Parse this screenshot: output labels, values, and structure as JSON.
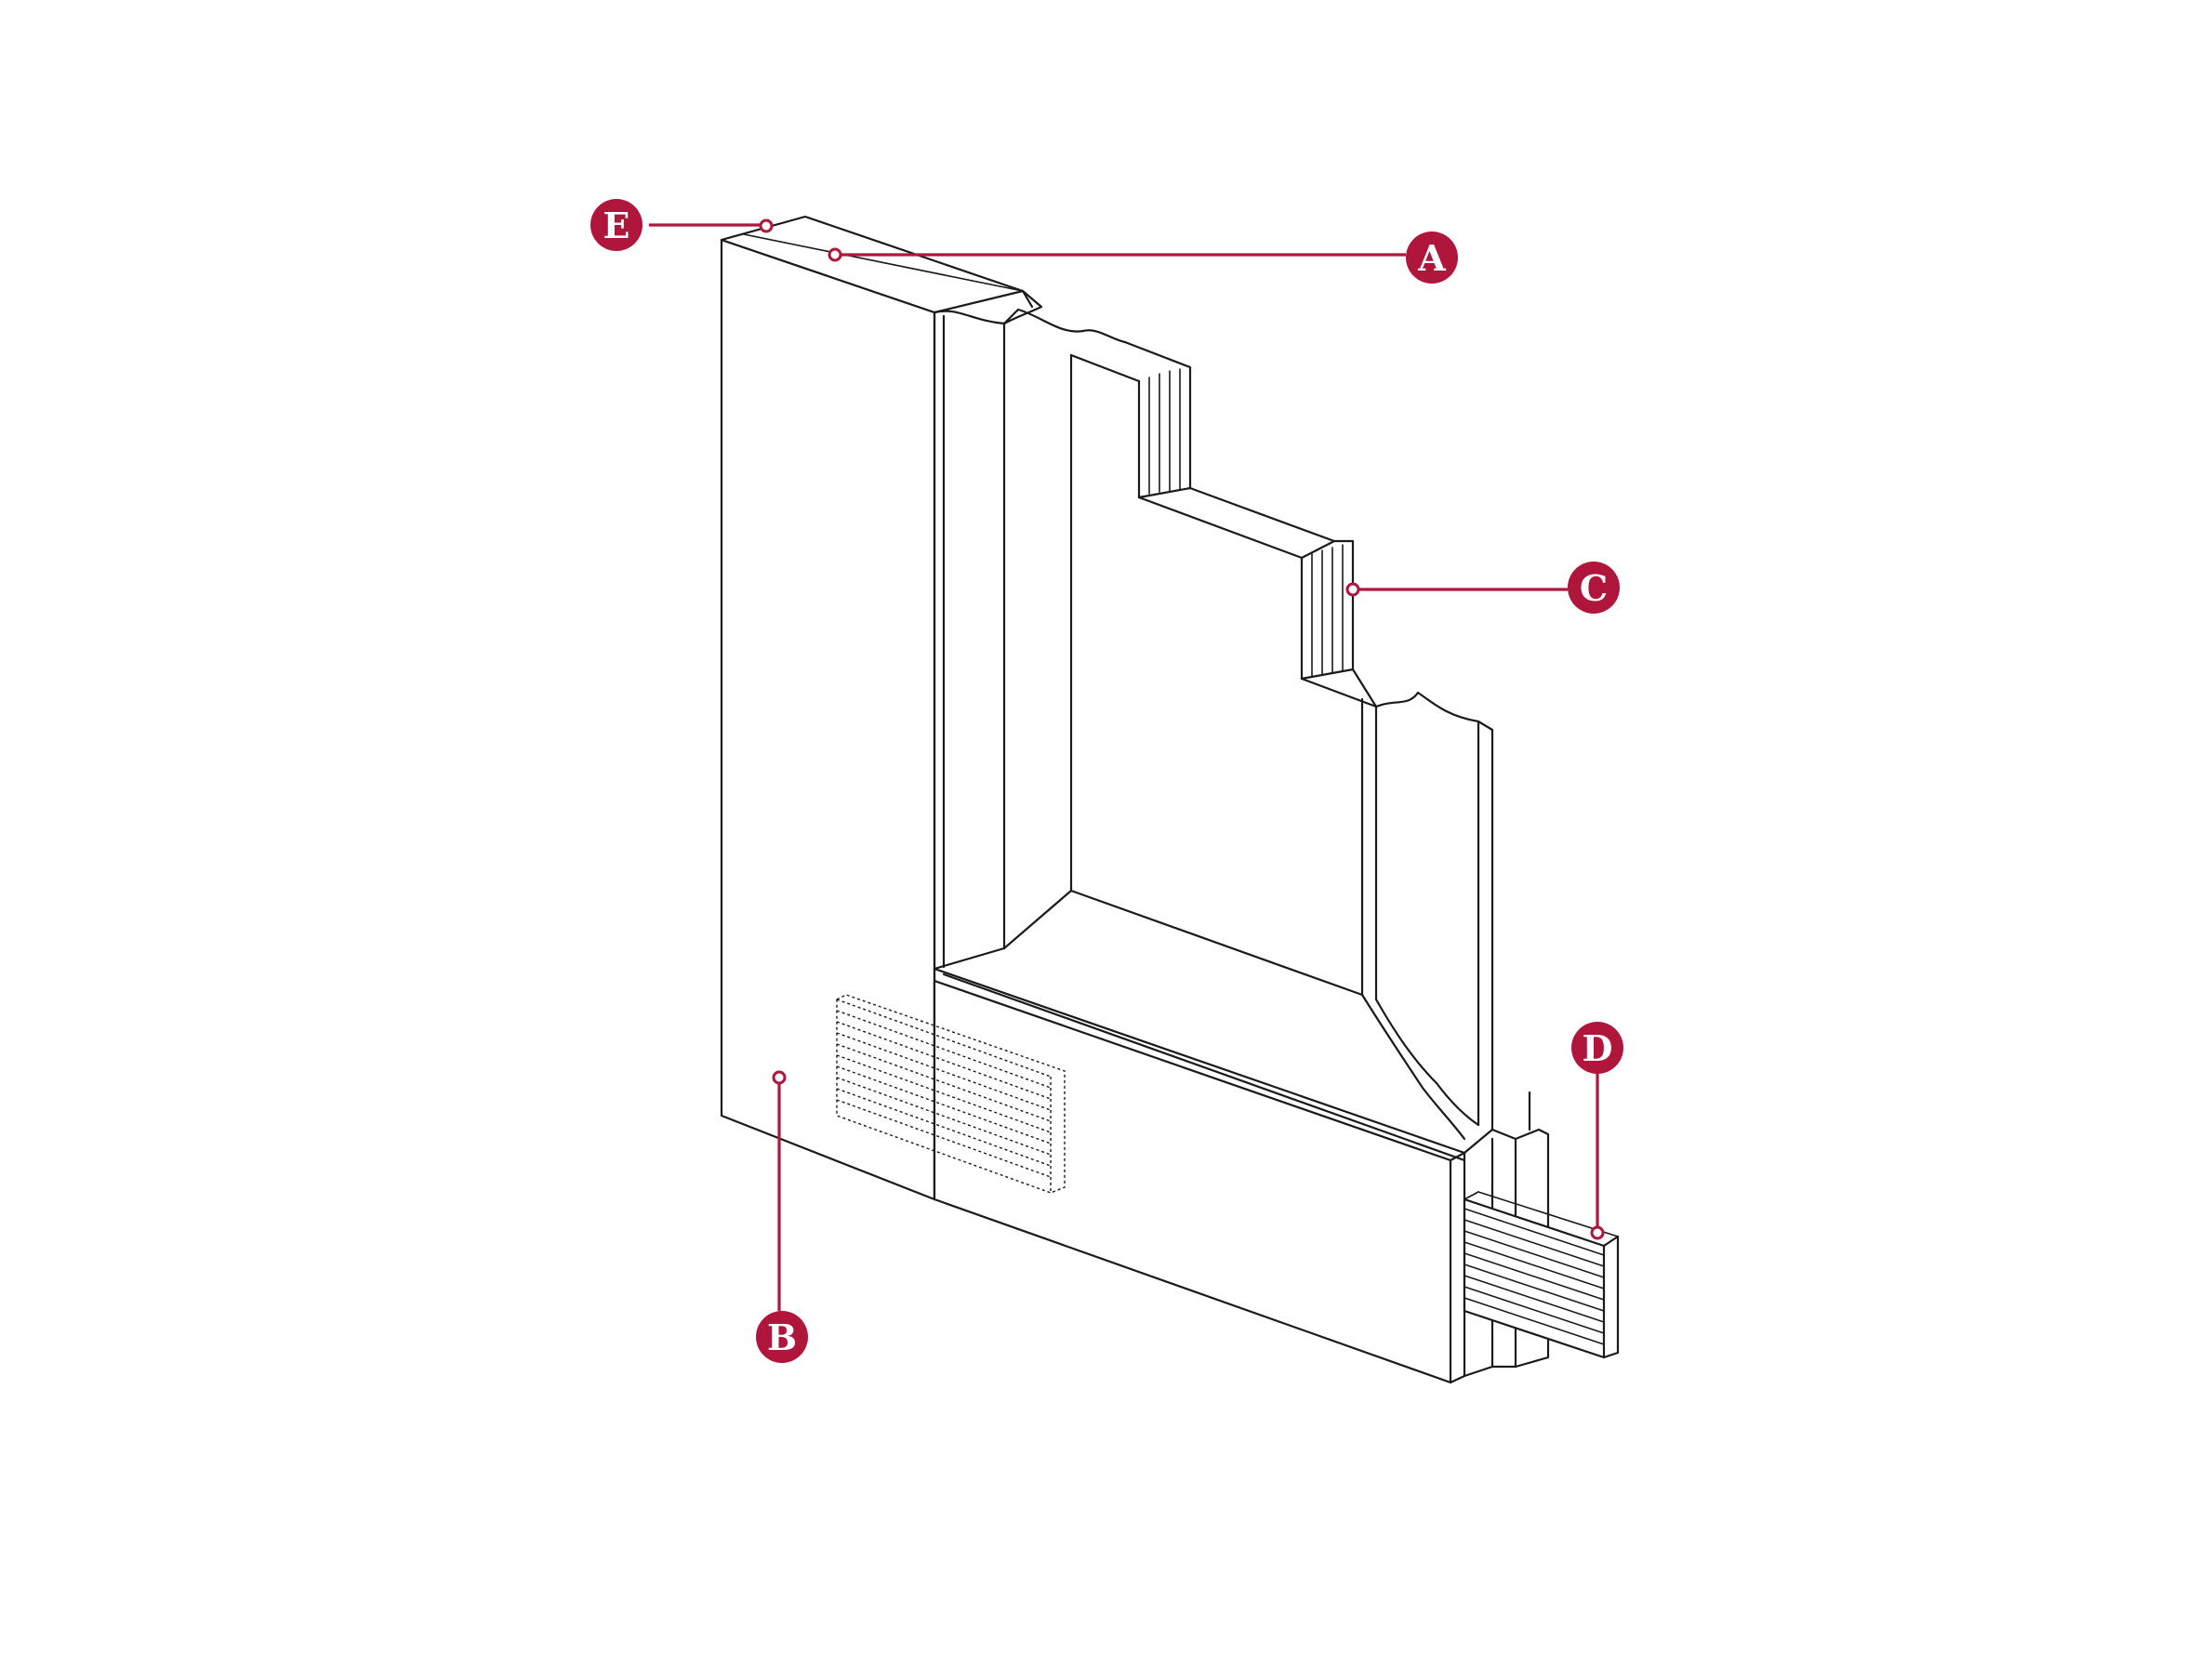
{
  "colors": {
    "accent": "#b0163c",
    "line": "#1a1a1a",
    "background": "#ffffff"
  },
  "callouts": [
    {
      "id": "E",
      "label": "E"
    },
    {
      "id": "A",
      "label": "A"
    },
    {
      "id": "C",
      "label": "C"
    },
    {
      "id": "D",
      "label": "D"
    },
    {
      "id": "B",
      "label": "B"
    }
  ]
}
